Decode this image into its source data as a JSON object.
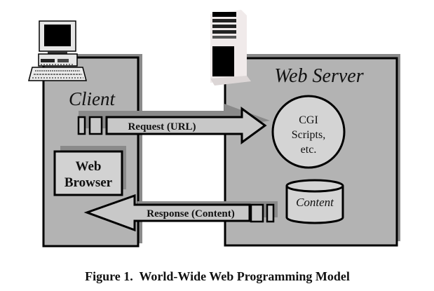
{
  "diagram": {
    "client": {
      "label": "Client"
    },
    "browser": {
      "label_line1": "Web",
      "label_line2": "Browser"
    },
    "server": {
      "label": "Web Server"
    },
    "cgi": {
      "line1": "CGI",
      "line2": "Scripts,",
      "line3": "etc."
    },
    "content": {
      "label": "Content"
    },
    "request_arrow": {
      "label": "Request (URL)"
    },
    "response_arrow": {
      "label": "Response (Content)"
    },
    "icons": {
      "client_computer": "desktop-computer-icon",
      "server_tower": "server-tower-icon"
    }
  },
  "caption": "Figure 1.  World-Wide Web Programming Model",
  "colors": {
    "box_fill": "#b3b3b3",
    "shadow": "#8a8a8a",
    "light_fill": "#d2d2d2",
    "stroke": "#000000"
  }
}
